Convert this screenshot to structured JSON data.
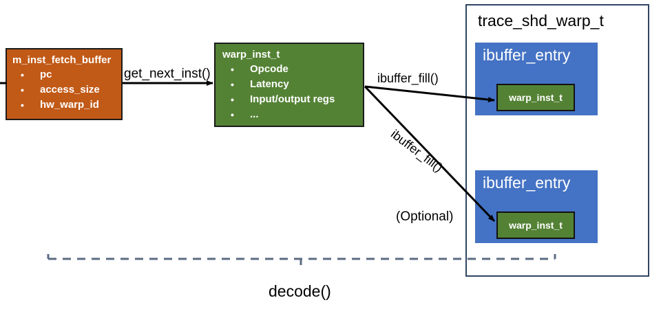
{
  "diagram": {
    "fetch_buffer": {
      "title": "m_inst_fetch_buffer",
      "fields": [
        "pc",
        "access_size",
        "hw_warp_id"
      ],
      "color": "#C15A17"
    },
    "warp_inst": {
      "title": "warp_inst_t",
      "fields": [
        "Opcode",
        "Latency",
        "Input/output regs",
        "..."
      ],
      "color": "#548235"
    },
    "panel": {
      "title": "trace_shd_warp_t",
      "border_color": "#2E4562",
      "entries": [
        {
          "title": "ibuffer_entry",
          "inner": "warp_inst_t",
          "color": "#4472C4"
        },
        {
          "title": "ibuffer_entry",
          "inner": "warp_inst_t",
          "color": "#4472C4"
        }
      ]
    },
    "edges": {
      "get_next_inst": "get_next_inst()",
      "ibuffer_fill_top": "ibuffer_fill()",
      "ibuffer_fill_bottom": "ibuffer_fill()",
      "optional": "(Optional)",
      "decode": "decode()"
    }
  }
}
